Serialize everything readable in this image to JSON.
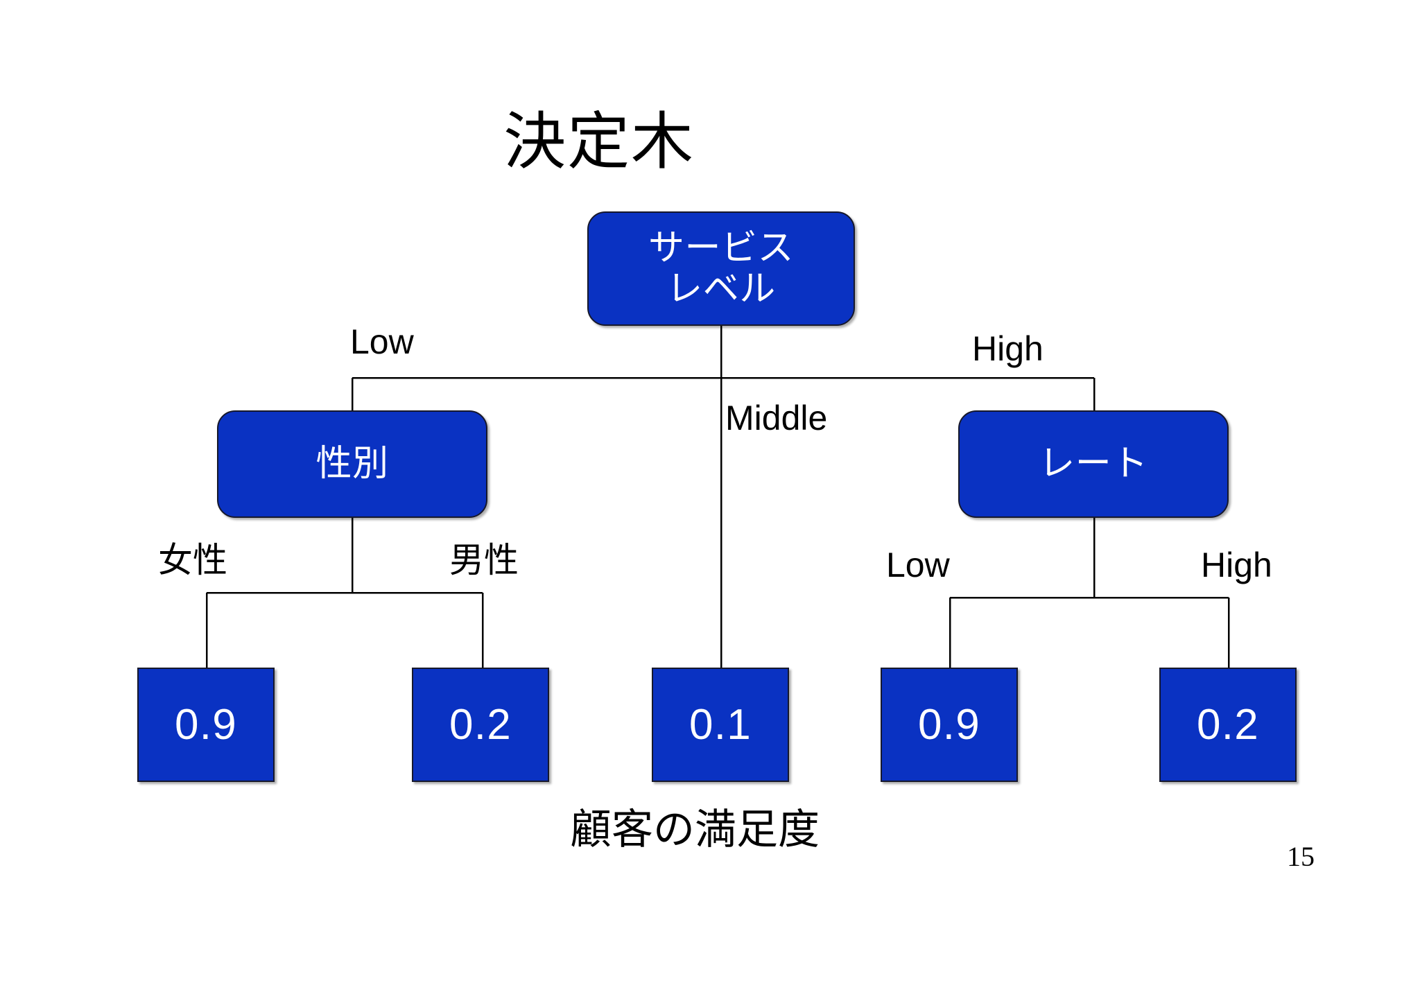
{
  "slide": {
    "title": "決定木",
    "caption": "顧客の満足度",
    "page_number": "15",
    "background_color": "#ffffff"
  },
  "theme": {
    "node_fill": "#0A32C2",
    "node_border": "#16182b",
    "node_text_color": "#ffffff",
    "label_text_color": "#000000",
    "connector_color": "#000000"
  },
  "chart_data": {
    "type": "diagram",
    "diagram_type": "decision-tree",
    "title": "決定木",
    "caption": "顧客の満足度",
    "nodes": [
      {
        "id": "root",
        "label": "サービス\nレベル",
        "kind": "decision",
        "level": 0
      },
      {
        "id": "gender",
        "label": "性別",
        "kind": "decision",
        "level": 1
      },
      {
        "id": "rate",
        "label": "レート",
        "kind": "decision",
        "level": 1
      },
      {
        "id": "leaf1",
        "label": "0.9",
        "kind": "leaf",
        "level": 2,
        "value": 0.9
      },
      {
        "id": "leaf2",
        "label": "0.2",
        "kind": "leaf",
        "level": 2,
        "value": 0.2
      },
      {
        "id": "leaf3",
        "label": "0.1",
        "kind": "leaf",
        "level": 2,
        "value": 0.1
      },
      {
        "id": "leaf4",
        "label": "0.9",
        "kind": "leaf",
        "level": 2,
        "value": 0.9
      },
      {
        "id": "leaf5",
        "label": "0.2",
        "kind": "leaf",
        "level": 2,
        "value": 0.2
      }
    ],
    "edges": [
      {
        "from": "root",
        "to": "gender",
        "label": "Low"
      },
      {
        "from": "root",
        "to": "leaf3",
        "label": "Middle"
      },
      {
        "from": "root",
        "to": "rate",
        "label": "High"
      },
      {
        "from": "gender",
        "to": "leaf1",
        "label": "女性"
      },
      {
        "from": "gender",
        "to": "leaf2",
        "label": "男性"
      },
      {
        "from": "rate",
        "to": "leaf4",
        "label": "Low"
      },
      {
        "from": "rate",
        "to": "leaf5",
        "label": "High"
      }
    ]
  },
  "nodes": {
    "root": {
      "label": "サービス\nレベル"
    },
    "gender": {
      "label": "性別"
    },
    "rate": {
      "label": "レート"
    },
    "leaf1": {
      "label": "0.9"
    },
    "leaf2": {
      "label": "0.2"
    },
    "leaf3": {
      "label": "0.1"
    },
    "leaf4": {
      "label": "0.9"
    },
    "leaf5": {
      "label": "0.2"
    }
  },
  "edge_labels": {
    "low": "Low",
    "middle": "Middle",
    "high": "High",
    "female": "女性",
    "male": "男性",
    "rate_low": "Low",
    "rate_high": "High"
  }
}
